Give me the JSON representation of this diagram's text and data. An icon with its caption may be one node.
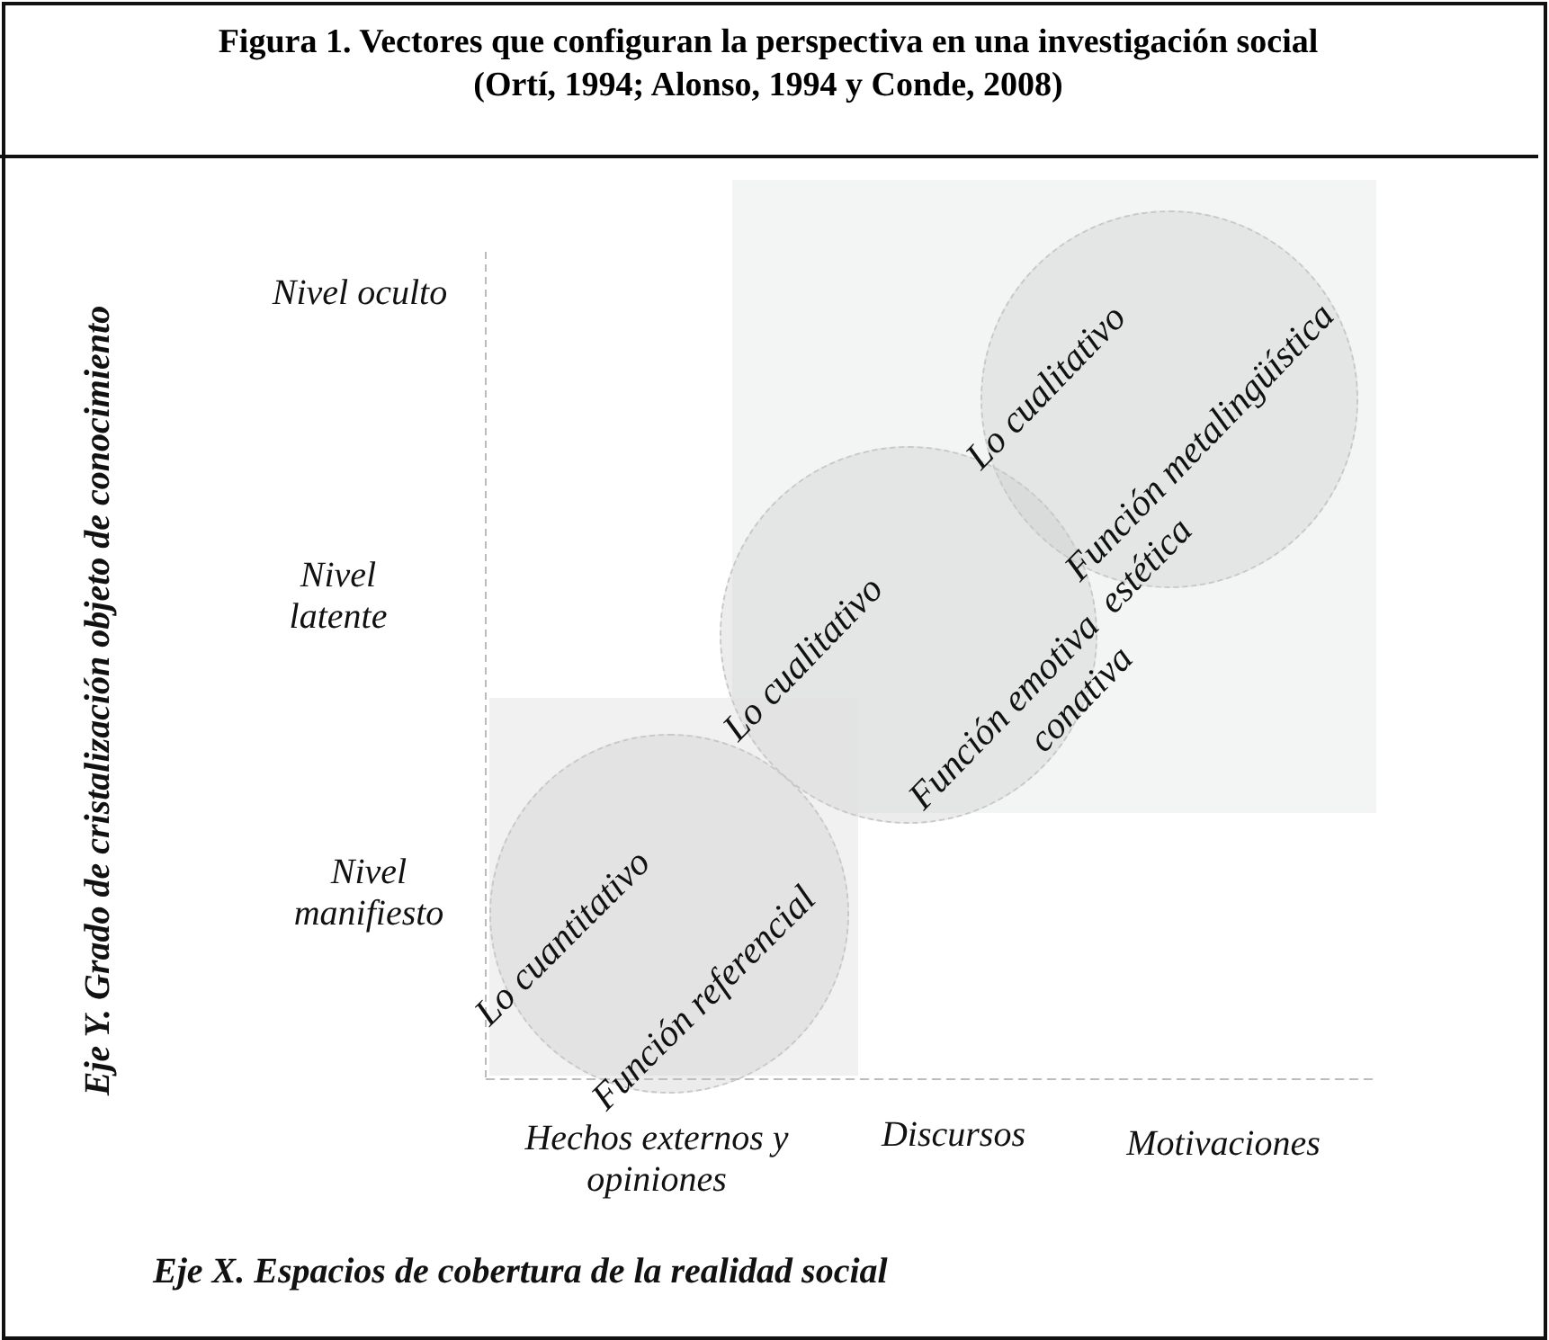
{
  "diagram": {
    "title": "Figura 1. Vectores que configuran la perspectiva en una investigación social (Ortí, 1994; Alonso, 1994 y Conde, 2008)",
    "nodes": [
      {
        "text": [
          "Lo cuantitativo",
          "Función referencial"
        ]
      },
      {
        "text": [
          "Lo cualitativo",
          "Función emotiva conativa"
        ]
      },
      {
        "text": [
          "Lo cualitativo",
          "Función metalingüística estética"
        ]
      }
    ],
    "labels": [
      "Eje Y. Grado de cristalización objeto de conocimiento",
      "Nivel oculto",
      "Nivel latente",
      "Nivel manifiesto",
      "Hechos externos y opiniones",
      "Discursos",
      "Motivaciones",
      "Eje X. Espacios de cobertura de la realidad social"
    ]
  }
}
